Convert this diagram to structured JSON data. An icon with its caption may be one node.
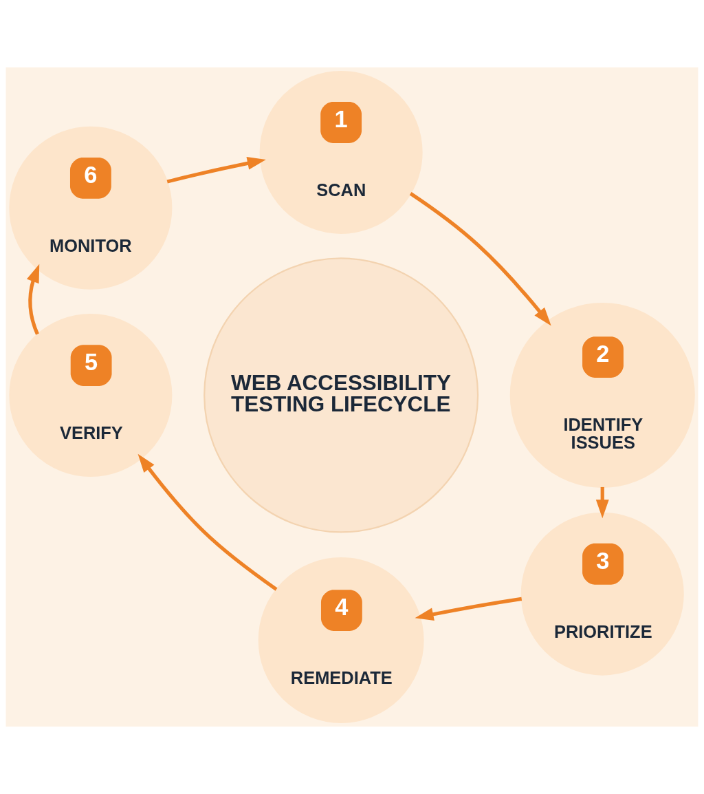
{
  "diagram": {
    "nodes": [
      {
        "text": [
          "1",
          "SCAN"
        ]
      },
      {
        "text": [
          "2",
          "IDENTIFY ISSUES"
        ]
      },
      {
        "text": [
          "3",
          "PRIORITIZE"
        ]
      },
      {
        "text": [
          "4",
          "REMEDIATE"
        ]
      },
      {
        "text": [
          "5",
          "VERIFY"
        ]
      },
      {
        "text": [
          "6",
          "MONITOR"
        ]
      },
      {
        "text": [
          "WEB ACCESSIBILITY TESTING LIFECYCLE"
        ]
      }
    ],
    "edges": [
      {
        "from": 0,
        "to": 1,
        "arrow": "to"
      },
      {
        "from": 1,
        "to": 2,
        "arrow": "to"
      },
      {
        "from": 2,
        "to": 3,
        "arrow": "to"
      },
      {
        "from": 3,
        "to": 4,
        "arrow": "to"
      },
      {
        "from": 4,
        "to": 5,
        "arrow": "to"
      },
      {
        "from": 5,
        "to": 0,
        "arrow": "to"
      }
    ]
  }
}
